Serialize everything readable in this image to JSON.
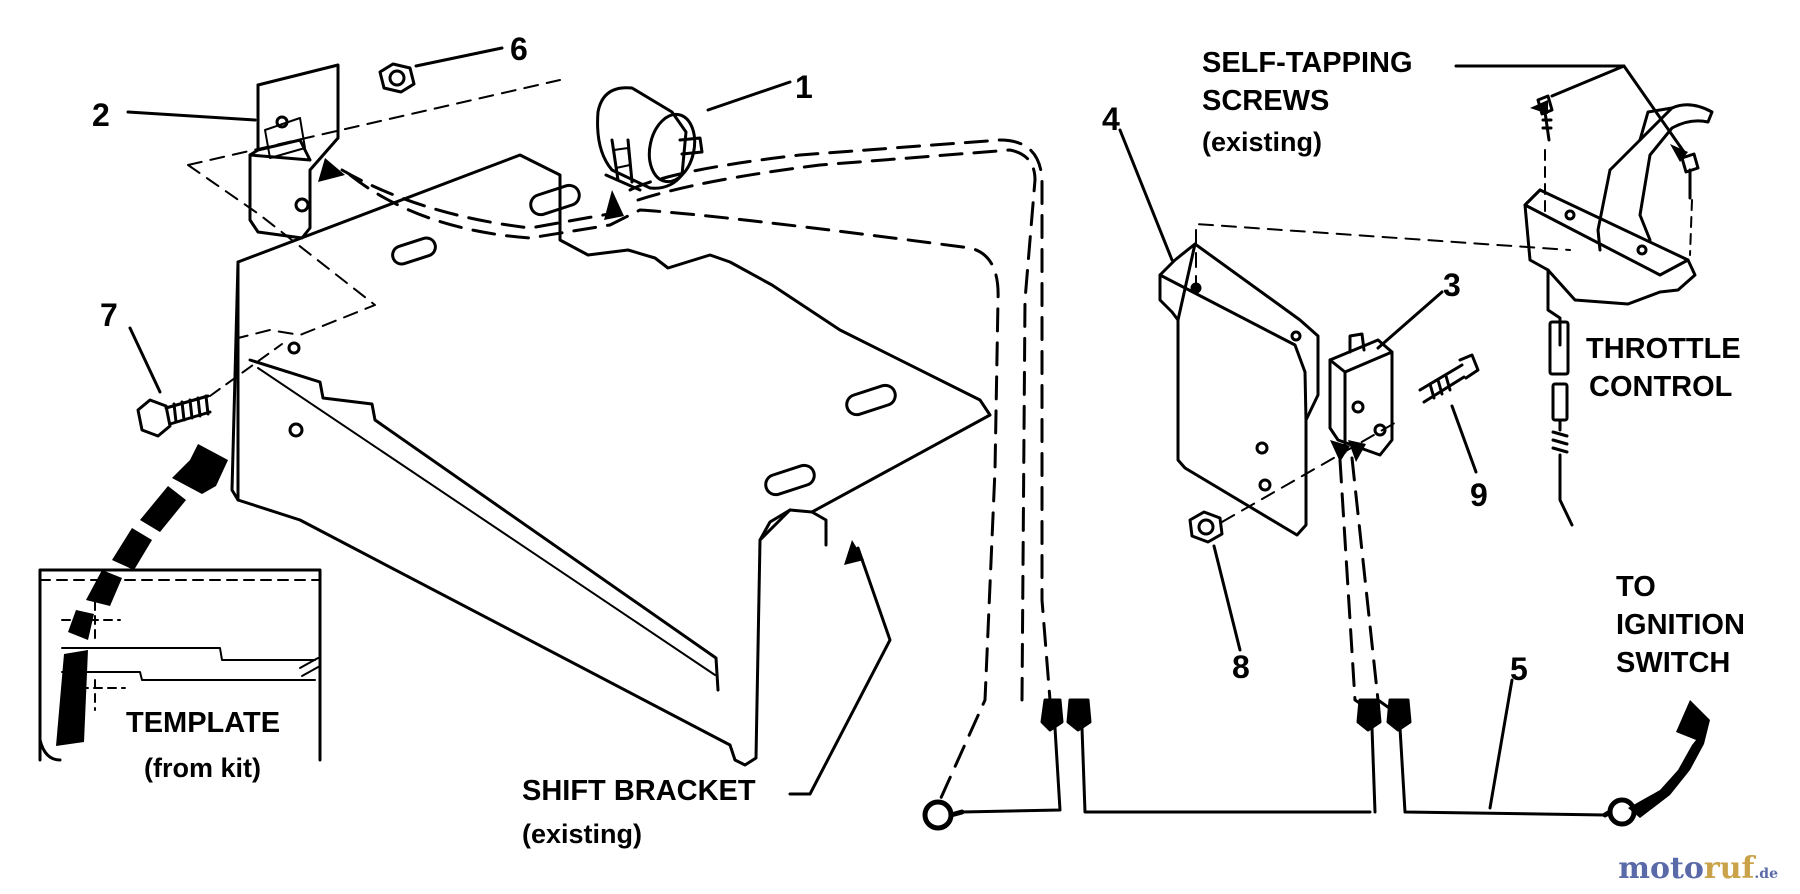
{
  "callouts": {
    "n1": "1",
    "n2": "2",
    "n3": "3",
    "n4": "4",
    "n5": "5",
    "n6": "6",
    "n7": "7",
    "n8": "8",
    "n9": "9"
  },
  "labels": {
    "self_tapping_1": "SELF-TAPPING",
    "self_tapping_2": "SCREWS",
    "self_tapping_3": "(existing)",
    "throttle_1": "THROTTLE",
    "throttle_2": "CONTROL",
    "to_ignition_1": "TO",
    "to_ignition_2": "IGNITION",
    "to_ignition_3": "SWITCH",
    "template_1": "TEMPLATE",
    "template_2": "(from kit)",
    "shift_1": "SHIFT BRACKET",
    "shift_2": "(existing)"
  },
  "watermark": {
    "part_a": "moto",
    "part_b": "ruf",
    "part_c": ".de"
  }
}
